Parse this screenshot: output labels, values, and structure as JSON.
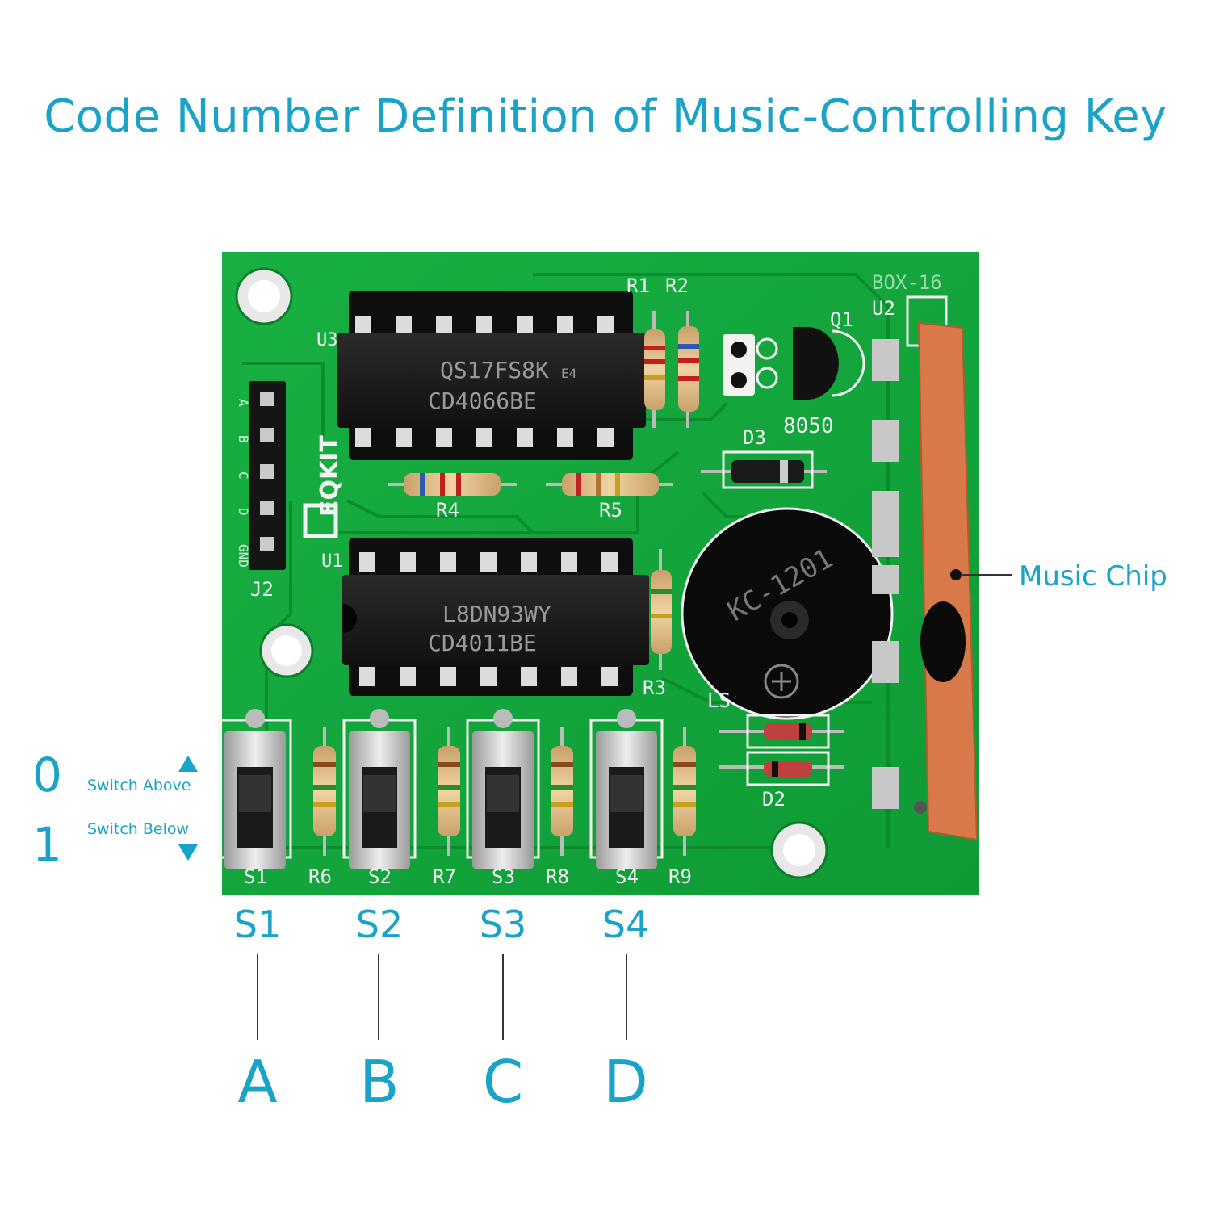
{
  "title": "Code Number Definition of Music-Controlling Key",
  "colors": {
    "accent": "#1aa3c8",
    "pcb": "#13a53a",
    "pcb_dark": "#0b7d28",
    "silk": "#f2f2f2"
  },
  "states": [
    {
      "value": "0",
      "text": "Switch Above",
      "arrow": "up"
    },
    {
      "value": "1",
      "text": "Switch Below",
      "arrow": "down"
    }
  ],
  "switches": [
    {
      "label": "S1",
      "code": "A"
    },
    {
      "label": "S2",
      "code": "B"
    },
    {
      "label": "S3",
      "code": "C"
    },
    {
      "label": "S4",
      "code": "D"
    }
  ],
  "callout": {
    "label": "Music Chip"
  },
  "board": {
    "name": "BOX-16",
    "brand": "EQKIT",
    "header": {
      "ref": "J2",
      "pins": [
        "A",
        "B",
        "C",
        "D",
        "GND"
      ]
    },
    "ic1": {
      "ref": "U3",
      "line1": "QS17FS8K",
      "mark": "E4",
      "line2": "CD4066BE"
    },
    "ic2": {
      "ref": "U1",
      "line1": "L8DN93WY",
      "line2": "CD4011BE"
    },
    "buzzer": {
      "text": "KC-1201"
    },
    "transistor": {
      "ref": "Q1",
      "part": "8050"
    },
    "chip_ref": "U2",
    "resistors": [
      "R1",
      "R2",
      "R3",
      "R4",
      "R5",
      "R6",
      "R7",
      "R8",
      "R9"
    ],
    "diodes": [
      "D2",
      "D3"
    ],
    "switch_silk": [
      "S1",
      "S2",
      "S3",
      "S4"
    ],
    "ls": "LS"
  }
}
